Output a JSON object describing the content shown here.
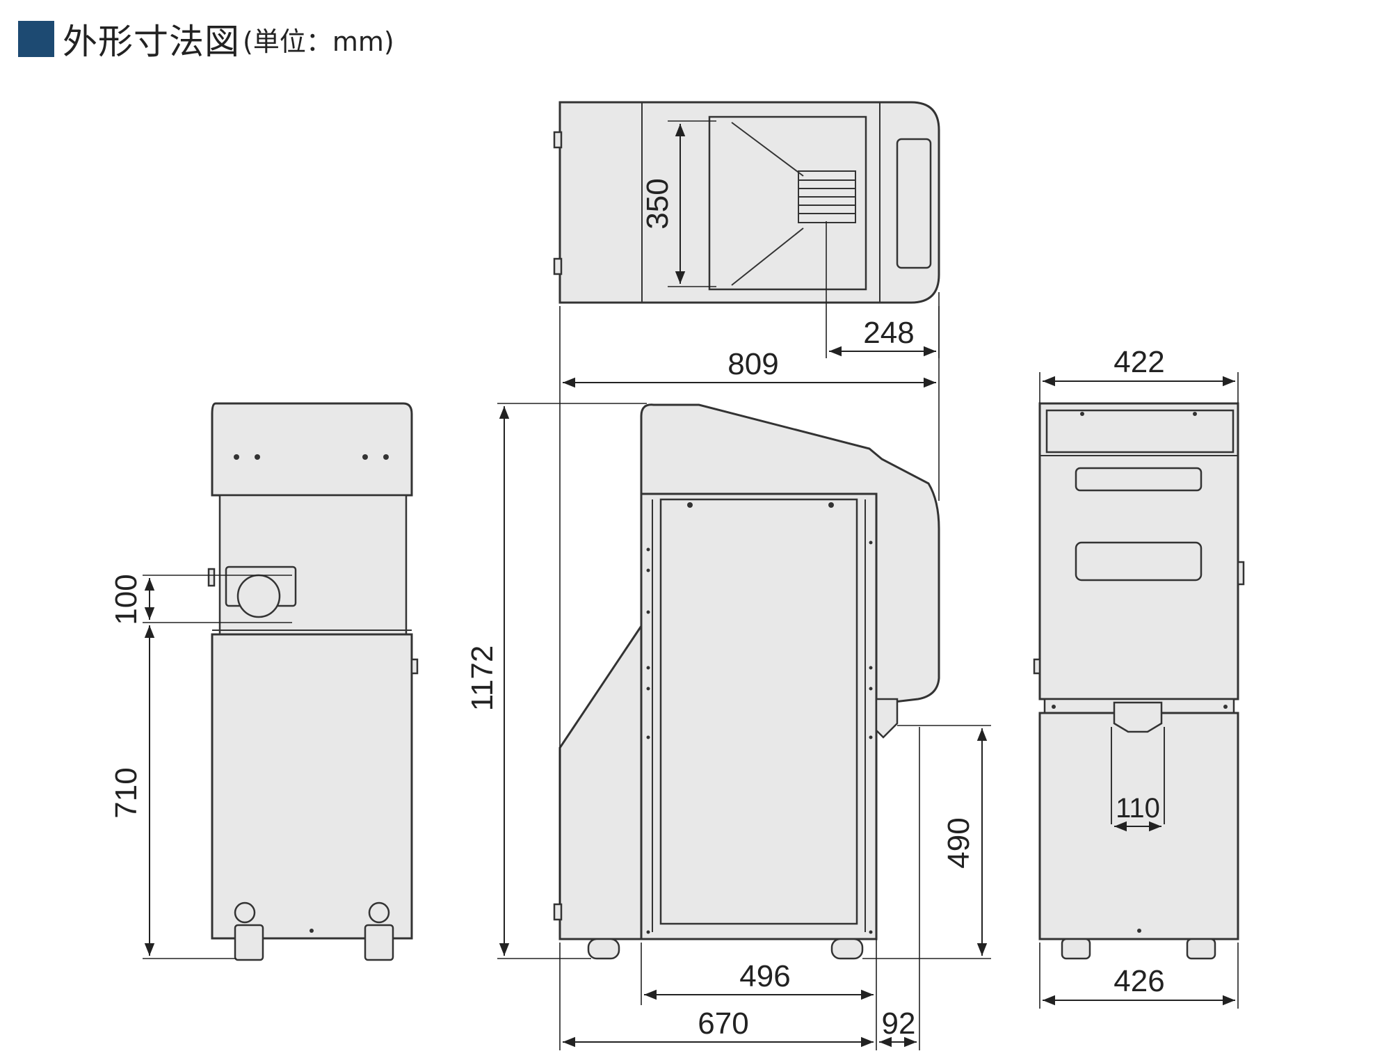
{
  "header": {
    "title": "外形寸法図",
    "unit": "(単位：mm)",
    "title_color": "#1d4a72"
  },
  "dimensions": {
    "top_350": "350",
    "top_248": "248",
    "overall_809": "809",
    "height_1172": "1172",
    "front_100": "100",
    "front_710": "710",
    "side_496": "496",
    "side_670": "670",
    "side_92": "92",
    "side_490": "490",
    "back_422": "422",
    "back_426": "426",
    "back_110": "110"
  }
}
